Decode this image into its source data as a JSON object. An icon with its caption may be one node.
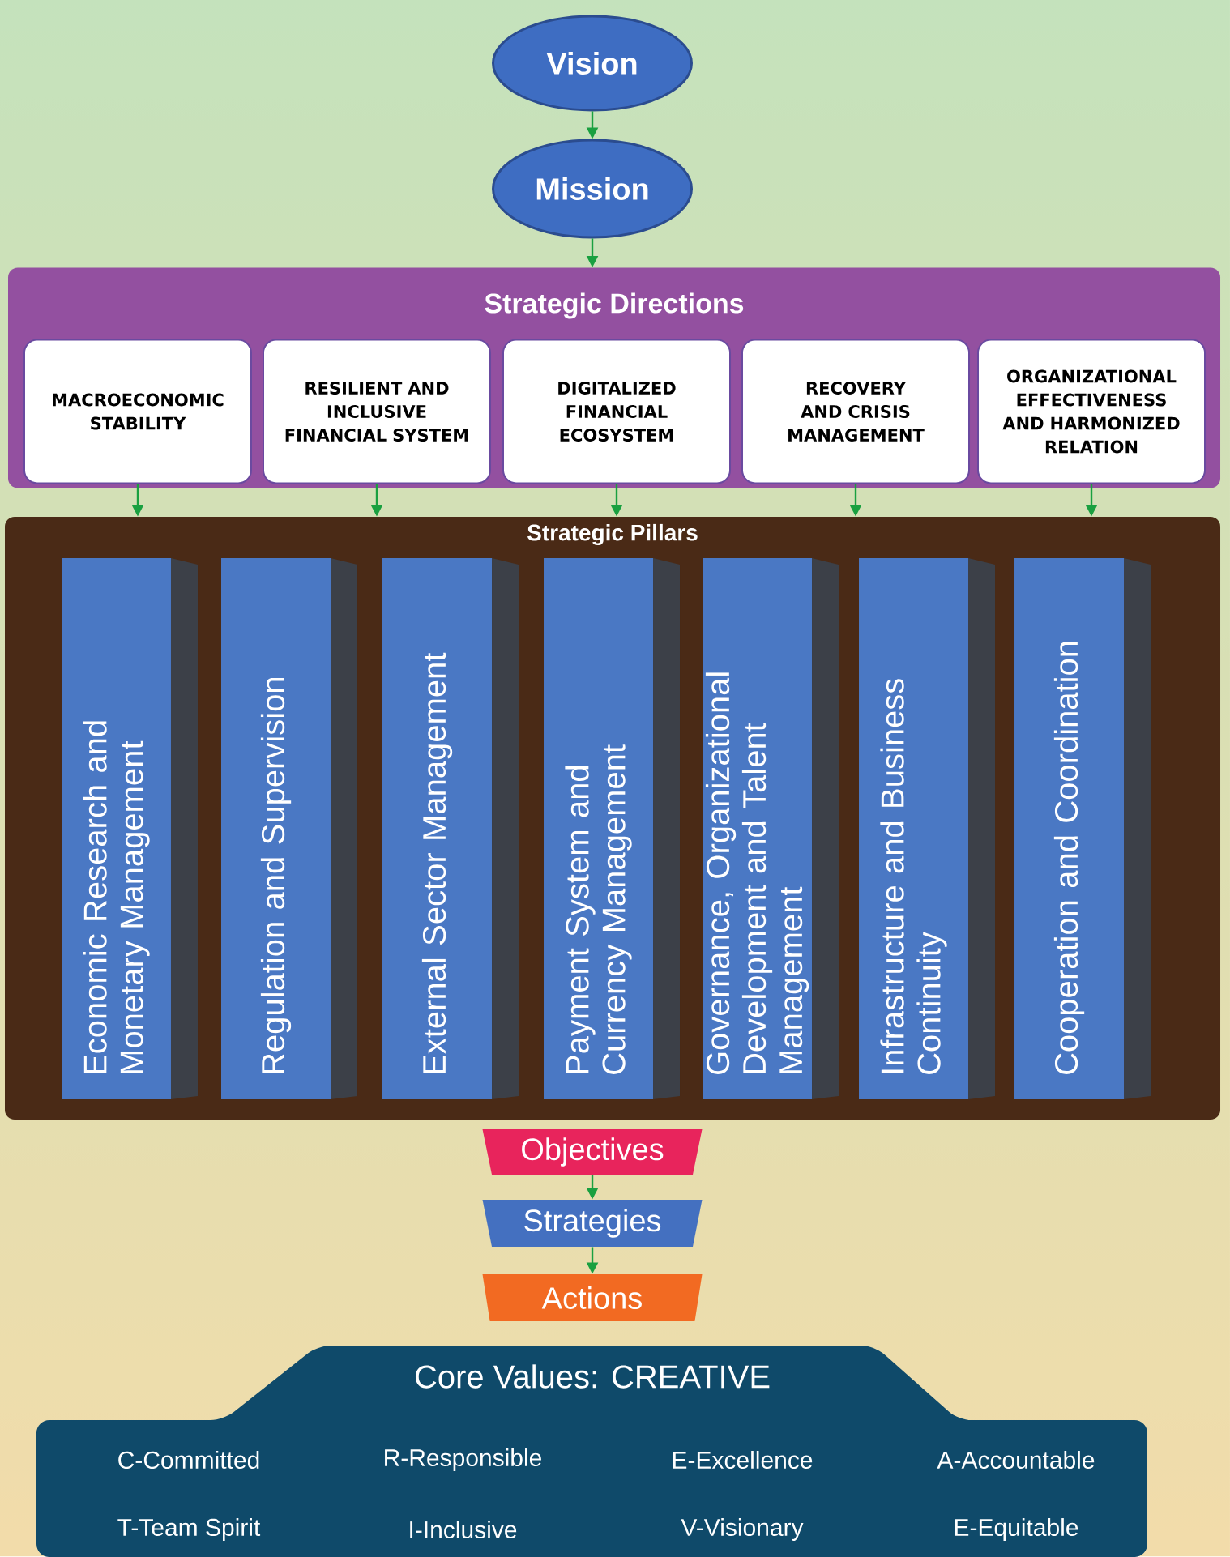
{
  "diagram": {
    "nodes": [
      {
        "text": [
          "Vision"
        ]
      },
      {
        "text": [
          "Mission"
        ]
      },
      {
        "text": [
          "Strategic Directions"
        ]
      },
      {
        "text": [
          "MACROECONOMIC STABILITY"
        ],
        "in": 2
      },
      {
        "text": [
          "RESILIENT AND INCLUSIVE FINANCIAL SYSTEM"
        ],
        "in": 2
      },
      {
        "text": [
          "DIGITALIZED FINANCIAL ECOSYSTEM"
        ],
        "in": 2
      },
      {
        "text": [
          "RECOVERY AND CRISIS MANAGEMENT"
        ],
        "in": 2
      },
      {
        "text": [
          "ORGANIZATIONAL EFFECTIVENESS AND HARMONIZED RELATION"
        ],
        "in": 2
      },
      {
        "text": [
          "Strategic Pillars"
        ]
      },
      {
        "text": [
          "Economic Research and Monetary Management"
        ],
        "in": 8
      },
      {
        "text": [
          "Regulation and Supervision"
        ],
        "in": 8
      },
      {
        "text": [
          "External Sector Management"
        ],
        "in": 8
      },
      {
        "text": [
          "Payment System and Currency Management"
        ],
        "in": 8
      },
      {
        "text": [
          "Governance, Organizational Development and Talent Management"
        ],
        "in": 8
      },
      {
        "text": [
          "Infrastructure and Business Continuity"
        ],
        "in": 8
      },
      {
        "text": [
          "Cooperation and Coordination"
        ],
        "in": 8
      },
      {
        "text": [
          "Objectives"
        ]
      },
      {
        "text": [
          "Strategies"
        ]
      },
      {
        "text": [
          "Actions"
        ]
      },
      {
        "text": [
          "Core Values: CREATIVE",
          "C-Committed",
          "R-Responsible",
          "E-Excellence",
          "A-Accountable",
          "T-Team Spirit",
          "I-Inclusive",
          "V-Visionary",
          "E-Equitable"
        ]
      }
    ],
    "edges": [
      {
        "from": 0,
        "to": 1,
        "arrow": "to"
      },
      {
        "from": 1,
        "to": 2,
        "arrow": "to"
      },
      {
        "from": 3,
        "to": 8,
        "arrow": "to"
      },
      {
        "from": 4,
        "to": 8,
        "arrow": "to"
      },
      {
        "from": 5,
        "to": 8,
        "arrow": "to"
      },
      {
        "from": 6,
        "to": 8,
        "arrow": "to"
      },
      {
        "from": 7,
        "to": 8,
        "arrow": "to"
      },
      {
        "from": 16,
        "to": 17,
        "arrow": "to"
      },
      {
        "from": 17,
        "to": 18,
        "arrow": "to"
      }
    ]
  }
}
